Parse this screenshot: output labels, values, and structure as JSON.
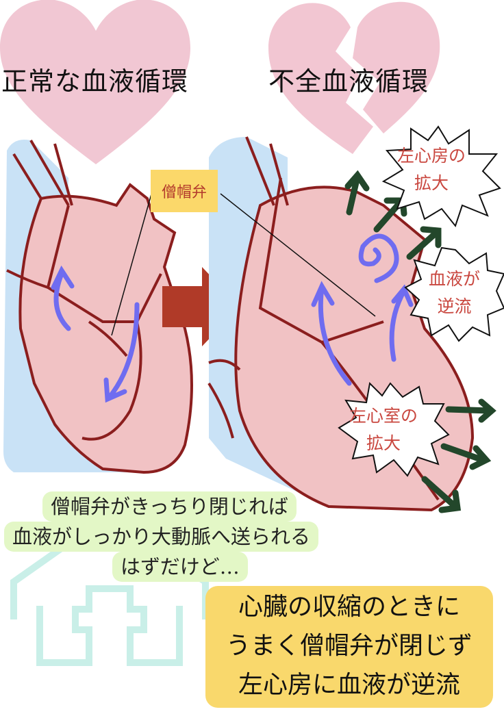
{
  "titles": {
    "normal": "正常な血液循環",
    "failure": "不全血液循環"
  },
  "labels": {
    "mitral_valve": "僧帽弁"
  },
  "bursts": {
    "left_atrium": [
      "左心房の",
      "拡大"
    ],
    "backflow": [
      "血液が",
      "逆流"
    ],
    "left_ventricle": [
      "左心室の",
      "拡大"
    ]
  },
  "caption_green": [
    "僧帽弁がきっちり閉じれば",
    "血液がしっかり大動脈へ送られる",
    "はずだけど…"
  ],
  "caption_yellow": [
    "心臓の収縮のときに",
    "うまく僧帽弁が閉じず",
    "左心房に血液が逆流"
  ],
  "colors": {
    "heart_pink": "#f1c7d3",
    "tissue": "#f1c2c4",
    "vessel_blue": "#c9e2f6",
    "outline": "#8b1e1e",
    "flow_arrow": "#6f6cf0",
    "expand_arrow": "#23472b",
    "big_arrow": "#b03a28"
  }
}
